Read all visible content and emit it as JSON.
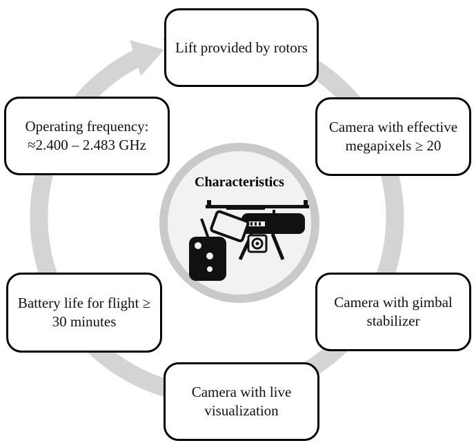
{
  "diagram": {
    "center_label": "Characteristics",
    "nodes": {
      "top": "Lift provided by rotors",
      "right_top": "Camera with effective megapixels ≥ 20",
      "right_bottom": "Camera with gimbal stabilizer",
      "bottom": "Camera with live visualization",
      "left_bottom": "Battery life for flight ≥ 30 minutes",
      "left_top": "Operating frequency: ≈2.400 – 2.483 GHz"
    },
    "icons": [
      "drone-icon",
      "remote-controller-icon",
      "smartphone-icon",
      "camera-icon"
    ],
    "colors": {
      "ring": "#d4d4d4",
      "circle_border": "#c8c8c8",
      "circle_fill": "#f2f2f2",
      "box_border": "#000000"
    }
  }
}
